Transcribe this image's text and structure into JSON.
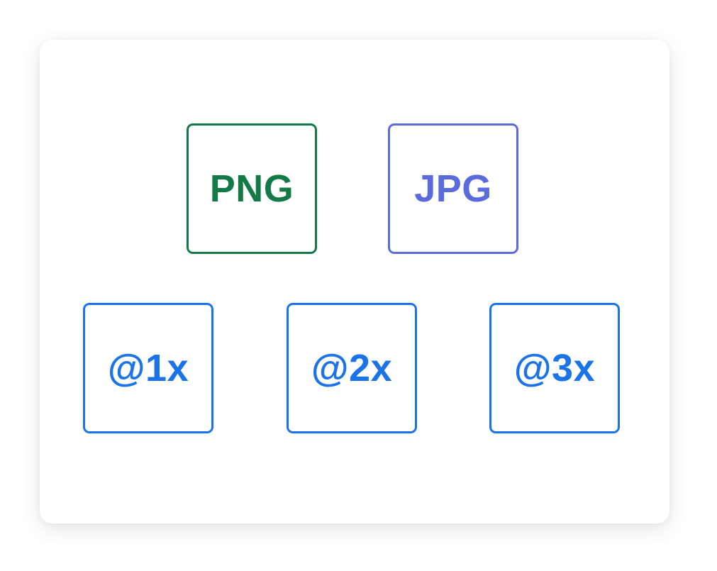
{
  "formats": [
    {
      "label": "PNG",
      "color": "#137a47"
    },
    {
      "label": "JPG",
      "color": "#5c6bdb"
    }
  ],
  "scales": [
    {
      "label": "@1x",
      "color": "#1a73e8"
    },
    {
      "label": "@2x",
      "color": "#1a73e8"
    },
    {
      "label": "@3x",
      "color": "#1a73e8"
    }
  ]
}
